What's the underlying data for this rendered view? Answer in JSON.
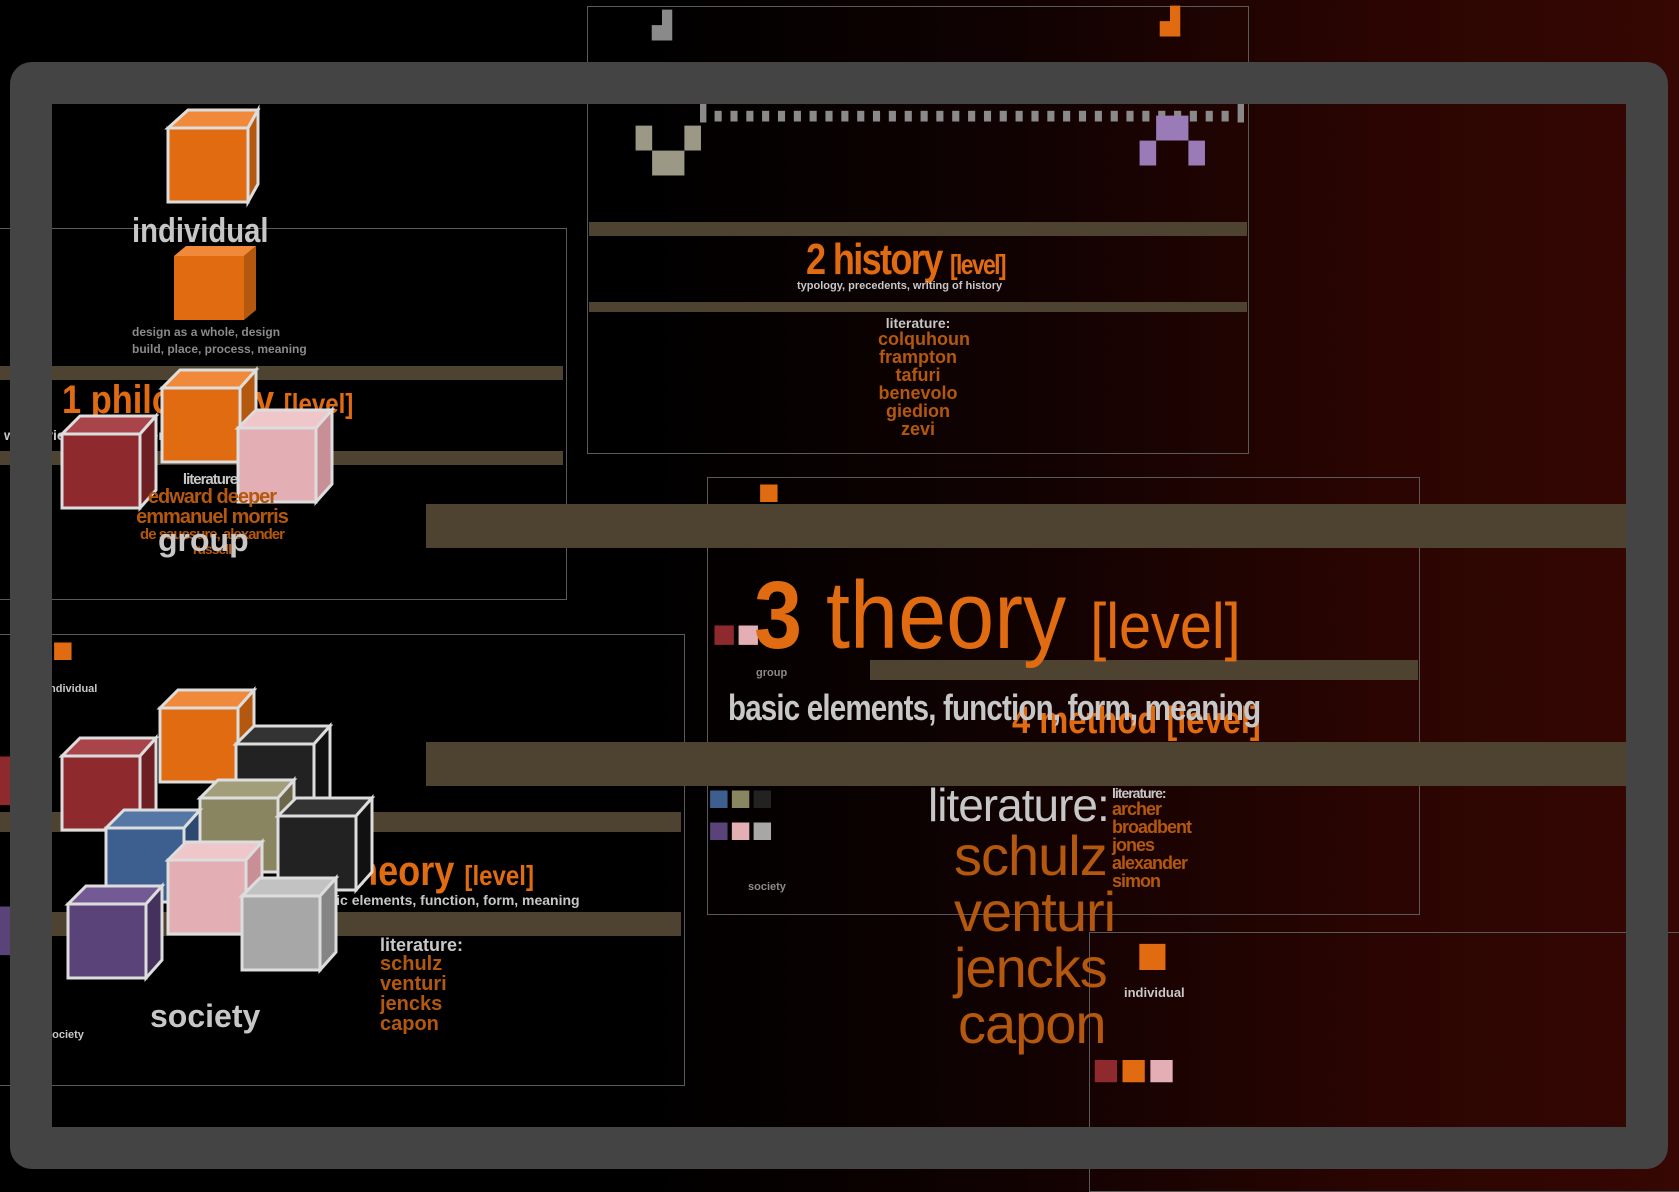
{
  "top_panel": {
    "title_num": "2",
    "title_word": "history",
    "title_tag": "[level]",
    "subtitle": "typology, precedents, writing of history",
    "list_header": "literature:",
    "list": [
      "colquhoun",
      "frampton",
      "tafuri",
      "benevolo",
      "giedion",
      "zevi"
    ]
  },
  "left_panel": {
    "title_num": "1",
    "title_word": "philosophy",
    "title_tag": "[level]",
    "subtitle": "world view, value systems, ideology",
    "cube_label_individual": "individual",
    "small_desc_1": "design as a whole, design",
    "small_desc_2": "build, place, process, meaning",
    "list_header": "literature:",
    "list": [
      "edward deeper",
      "emmanuel morris",
      "de saussure, alexander",
      "russell"
    ],
    "cube_label_group": "group"
  },
  "lower_left_panel": {
    "title_word": "theory",
    "title_tag": "[level]",
    "subtitle": "basic elements, function, form, meaning",
    "list_header": "literature:",
    "list": [
      "schulz",
      "venturi",
      "jencks",
      "capon"
    ],
    "cube_label_society": "society",
    "edge_label_top": "individual",
    "edge_label_bottom": "society"
  },
  "center_panel": {
    "title_num": "3",
    "title_word": "theory",
    "title_tag": "[level]",
    "subtitle": "basic elements, function, form, meaning",
    "overlap_title": "4 method [level]",
    "list_header": "literature:",
    "list": [
      "schulz",
      "venturi",
      "jencks",
      "capon"
    ],
    "mini_list": [
      "literature:",
      "archer",
      "broadbent",
      "jones",
      "alexander",
      "simon"
    ],
    "group_label": "group",
    "society_label": "society"
  },
  "bottom_right_panel": {
    "cube_label": "individual"
  },
  "colors": {
    "orange": "#e06b10",
    "rust": "#b4580f",
    "band": "#4d4330",
    "frame": "#444444",
    "red_cube": "#8e2a2e",
    "pink_cube": "#e3aeb4",
    "blue_cube": "#3c5f8f",
    "olive_cube": "#8a8561",
    "black_cube": "#222222",
    "grey_cube": "#a7a7a7",
    "purple_cube": "#5a4378"
  }
}
